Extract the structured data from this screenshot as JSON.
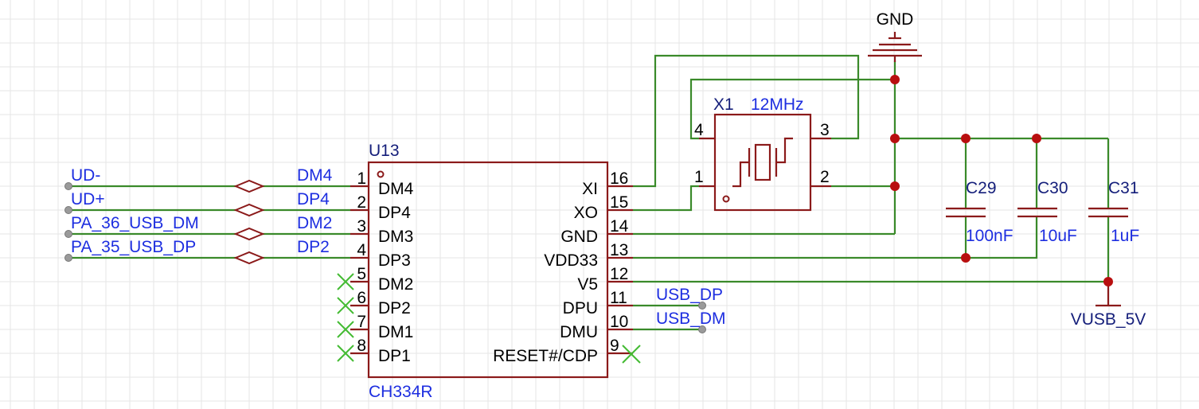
{
  "colors": {
    "wire": "#3a8a2a",
    "component": "#8b1a1a",
    "label_blue": "#1d2ee0",
    "ref_navy": "#141e7a",
    "pin_text": "#000000",
    "junction": "#b80f0f",
    "no_connect": "#44bb33",
    "port": "#9a9a9a"
  },
  "u13": {
    "ref": "U13",
    "value": "CH334R",
    "left_pins": [
      {
        "num": "1",
        "name": "DM4"
      },
      {
        "num": "2",
        "name": "DP4"
      },
      {
        "num": "3",
        "name": "DM3"
      },
      {
        "num": "4",
        "name": "DP3"
      },
      {
        "num": "5",
        "name": "DM2"
      },
      {
        "num": "6",
        "name": "DP2"
      },
      {
        "num": "7",
        "name": "DM1"
      },
      {
        "num": "8",
        "name": "DP1"
      }
    ],
    "right_pins": [
      {
        "num": "16",
        "name": "XI"
      },
      {
        "num": "15",
        "name": "XO"
      },
      {
        "num": "14",
        "name": "GND"
      },
      {
        "num": "13",
        "name": "VDD33"
      },
      {
        "num": "12",
        "name": "V5"
      },
      {
        "num": "11",
        "name": "DPU"
      },
      {
        "num": "10",
        "name": "DMU"
      },
      {
        "num": "9",
        "name": "RESET#/CDP"
      }
    ]
  },
  "left_nets": [
    {
      "port": "UD-",
      "label": "DM4"
    },
    {
      "port": "UD+",
      "label": "DP4"
    },
    {
      "port": "PA_36_USB_DM",
      "label": "DM2"
    },
    {
      "port": "PA_35_USB_DP",
      "label": "DP2"
    }
  ],
  "right_nets": [
    {
      "label": "USB_DP"
    },
    {
      "label": "USB_DM"
    }
  ],
  "crystal": {
    "ref": "X1",
    "value": "12MHz",
    "pins": [
      "1",
      "2",
      "3",
      "4"
    ]
  },
  "capacitors": [
    {
      "ref": "C29",
      "value": "100nF"
    },
    {
      "ref": "C30",
      "value": "10uF"
    },
    {
      "ref": "C31",
      "value": "1uF"
    }
  ],
  "power": {
    "gnd": "GND",
    "vusb": "VUSB_5V"
  }
}
